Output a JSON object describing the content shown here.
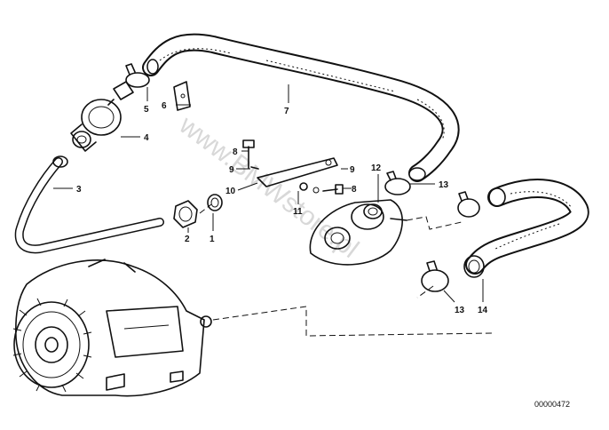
{
  "watermark": "www.BMWstore.pl",
  "reference_code": "00000472",
  "callouts": [
    {
      "id": "1",
      "text": "1"
    },
    {
      "id": "2",
      "text": "2"
    },
    {
      "id": "3",
      "text": "3"
    },
    {
      "id": "4",
      "text": "4"
    },
    {
      "id": "5",
      "text": "5"
    },
    {
      "id": "6",
      "text": "6"
    },
    {
      "id": "7",
      "text": "7"
    },
    {
      "id": "8a",
      "text": "8"
    },
    {
      "id": "8b",
      "text": "8"
    },
    {
      "id": "9a",
      "text": "9"
    },
    {
      "id": "9b",
      "text": "9"
    },
    {
      "id": "10",
      "text": "10"
    },
    {
      "id": "11",
      "text": "11"
    },
    {
      "id": "12",
      "text": "12"
    },
    {
      "id": "13a",
      "text": "13"
    },
    {
      "id": "13b",
      "text": "13"
    },
    {
      "id": "14",
      "text": "14"
    }
  ]
}
